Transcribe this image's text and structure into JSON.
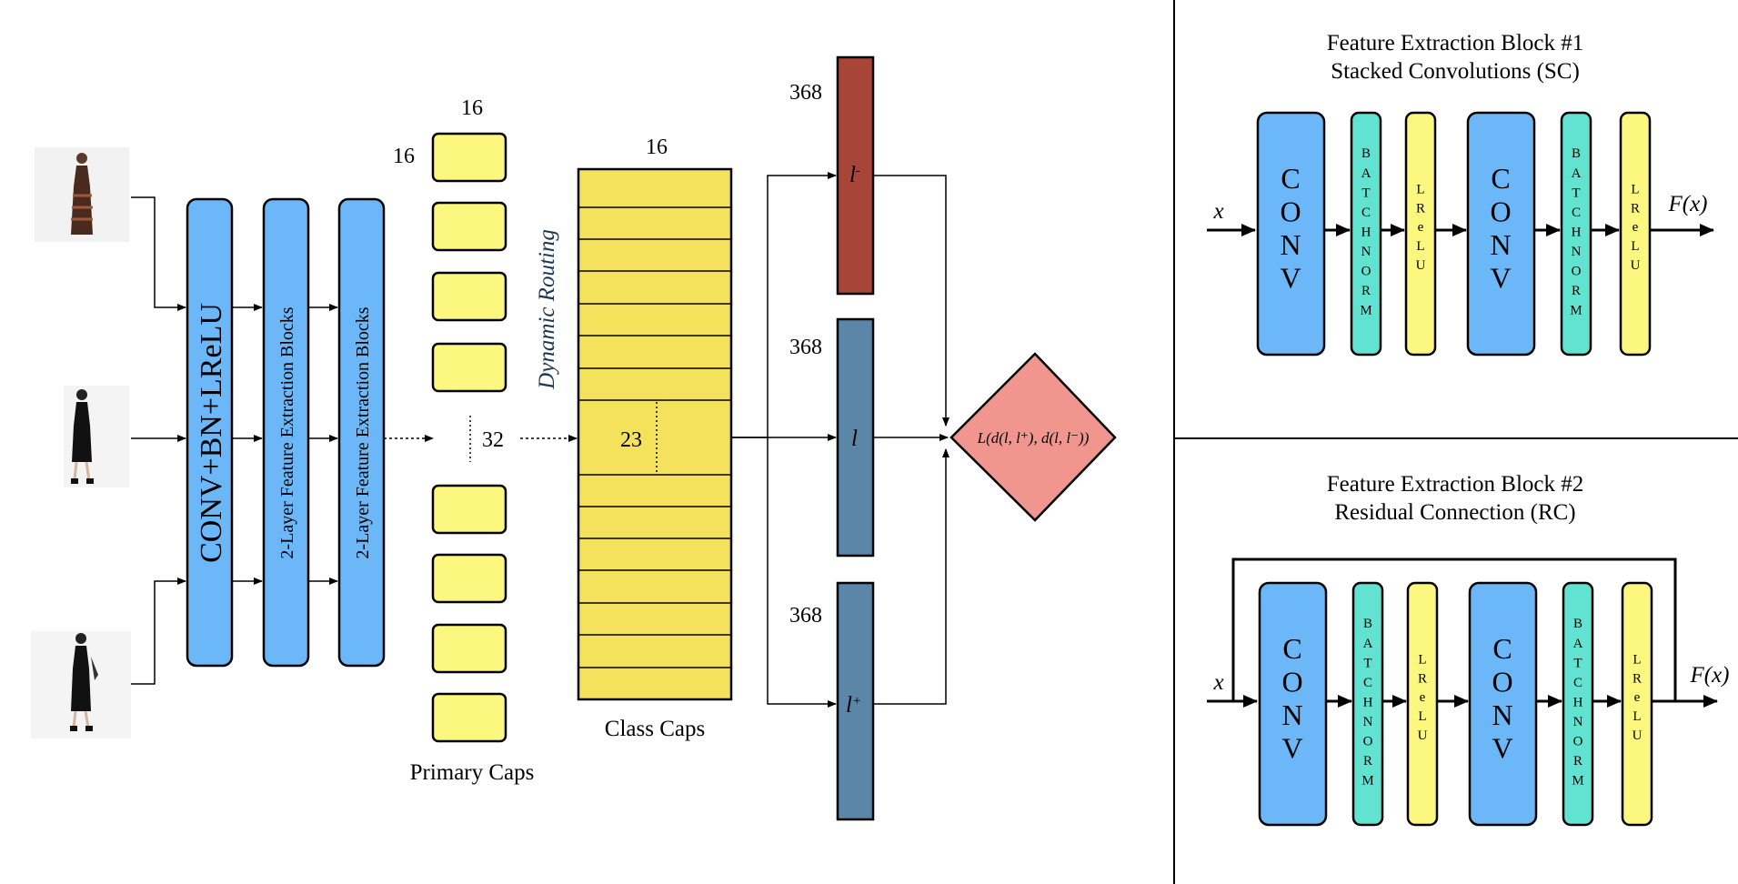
{
  "colors": {
    "blue": "#6cb7f7",
    "teal": "#62e3d1",
    "yellow": "#fbf77f",
    "gold": "#f5e25c",
    "red": "#a84539",
    "steel": "#5b86a8",
    "diamond": "#f0968e"
  },
  "main": {
    "conv_bn_lrelu": "CONV+BN+LReLU",
    "fe_block_1": "2-Layer Feature Extraction Blocks",
    "fe_block_2": "2-Layer Feature Extraction Blocks",
    "primary_caps": {
      "label": "Primary Caps",
      "dim_top": "16",
      "dim_left": "16",
      "count": "32"
    },
    "dynamic_routing": "Dynamic Routing",
    "class_caps": {
      "label": "Class Caps",
      "dim_top": "16",
      "count": "23"
    },
    "embeddings": [
      {
        "dim": "368",
        "label": "l",
        "sup": "-"
      },
      {
        "dim": "368",
        "label": "l",
        "sup": ""
      },
      {
        "dim": "368",
        "label": "l",
        "sup": "+"
      }
    ],
    "loss": "L(d(l, l⁺), d(l, l⁻))"
  },
  "block1": {
    "title_line1": "Feature Extraction Block #1",
    "title_line2": "Stacked Convolutions (SC)",
    "input": "x",
    "output": "F(x)",
    "conv": "CONV",
    "batchnorm": "BATCHNORM",
    "lrelu": "LReLU"
  },
  "block2": {
    "title_line1": "Feature Extraction Block #2",
    "title_line2": "Residual Connection (RC)",
    "input": "x",
    "output": "F(x)",
    "conv": "CONV",
    "batchnorm": "BATCHNORM",
    "lrelu": "LReLU"
  }
}
